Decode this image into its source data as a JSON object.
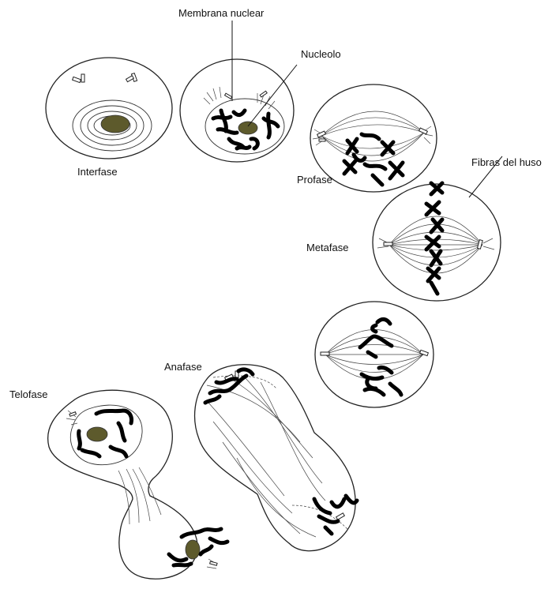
{
  "labels": {
    "membrana_nuclear": "Membrana nuclear",
    "nucleolo": "Nucleolo",
    "interfase": "Interfase",
    "profase": "Profase",
    "fibras_del_huso": "Fibras del huso",
    "metafase": "Metafase",
    "anafase": "Anafase",
    "telofase": "Telofase"
  },
  "colors": {
    "nucleolus": "#5d5a2c",
    "chromosome": "#000000",
    "outline": "#222222"
  }
}
